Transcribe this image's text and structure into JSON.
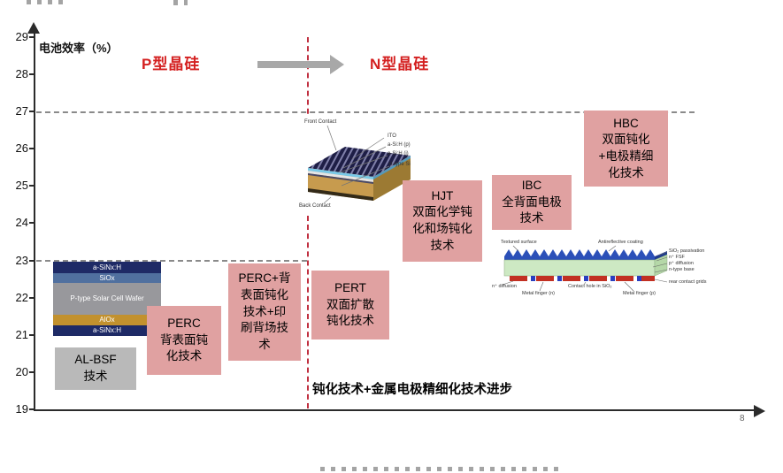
{
  "axis": {
    "y_label": "电池效率（%）",
    "y_ticks": [
      "29",
      "28",
      "27",
      "26",
      "25",
      "24",
      "23",
      "22",
      "21",
      "20",
      "19"
    ]
  },
  "header": {
    "left_region": "P型晶硅",
    "right_region": "N型晶硅"
  },
  "tech_boxes": [
    {
      "name": "AL-BSF",
      "desc": "技术"
    },
    {
      "name": "PERC",
      "desc": "背表面钝化技术"
    },
    {
      "name": "PERC+背表面钝化技术+印刷背场技术",
      "desc": ""
    },
    {
      "name": "PERT",
      "desc": "双面扩散钝化技术"
    },
    {
      "name": "HJT",
      "desc": "双面化学钝化和场钝化技术"
    },
    {
      "name": "IBC",
      "desc": "全背面电极技术"
    },
    {
      "name": "HBC",
      "desc": "双面钝化+电极精细化技术"
    }
  ],
  "wafer_stack": {
    "layers": [
      "a-SiNx:H",
      "SiOx",
      "P-type Solar Cell Wafer",
      "AlOx",
      "a-SiNx:H"
    ]
  },
  "hjt_figure": {
    "front_contact": "Front Contact",
    "back_contact": "Back Contact",
    "layer_labels": [
      "ITO",
      "a-Si:H (p)",
      "a-Si:H (i)",
      "n-type Si"
    ]
  },
  "ibc_figure": {
    "labels": [
      "Textured surface",
      "Antireflective coating",
      "SiO₂ passivation",
      "n⁺ FSF",
      "p⁺ diffusion",
      "n-type base",
      "n⁺ diffusion",
      "Metal finger (n)",
      "Contact hole in SiO₂",
      "Metal finger (p)",
      "rear contact grids"
    ]
  },
  "footer": {
    "annotation": "钝化技术+金属电极精细化技术进步",
    "page_number": "8"
  },
  "colors": {
    "box_pink": "#e0a1a1",
    "box_gray": "#b9b9b9",
    "divider_red": "#c03040",
    "region_label_red": "#d42020",
    "dashed_gray": "#8a8a8a"
  },
  "chart_data": {
    "type": "scatter",
    "title": "",
    "xlabel": "",
    "ylabel": "电池效率（%）",
    "ylim": [
      19,
      29
    ],
    "yticks": [
      19,
      20,
      21,
      22,
      23,
      24,
      25,
      26,
      27,
      28,
      29
    ],
    "grid": false,
    "legend": false,
    "reference_lines": [
      {
        "y": 27,
        "style": "dashed-gray",
        "extent": "full-width"
      },
      {
        "y": 23,
        "style": "dashed-gray",
        "extent": "left-of-divider"
      }
    ],
    "divider": {
      "style": "red-dashed-vertical",
      "separates": [
        "P型晶硅",
        "N型晶硅"
      ]
    },
    "series": [
      {
        "name": "AL-BSF 技术",
        "region": "P型晶硅",
        "efficiency_range": [
          19.6,
          20.8
        ]
      },
      {
        "name": "PERC 背表面钝化技术",
        "region": "P型晶硅",
        "efficiency_range": [
          20.0,
          21.9
        ]
      },
      {
        "name": "PERC+背表面钝化技术+印刷背场技术",
        "region": "P型晶硅",
        "efficiency_range": [
          20.4,
          22.9
        ]
      },
      {
        "name": "PERT 双面扩散钝化技术",
        "region": "N型晶硅",
        "efficiency_range": [
          20.9,
          22.7
        ]
      },
      {
        "name": "HJT 双面化学钝化和场钝化技术",
        "region": "N型晶硅",
        "efficiency_range": [
          23.0,
          25.2
        ]
      },
      {
        "name": "IBC 全背面电极技术",
        "region": "N型晶硅",
        "efficiency_range": [
          23.9,
          25.3
        ]
      },
      {
        "name": "HBC 双面钝化+电极精细化技术",
        "region": "N型晶硅",
        "efficiency_range": [
          25.1,
          27.0
        ]
      }
    ],
    "annotation": "钝化技术+金属电极精细化技术进步"
  }
}
